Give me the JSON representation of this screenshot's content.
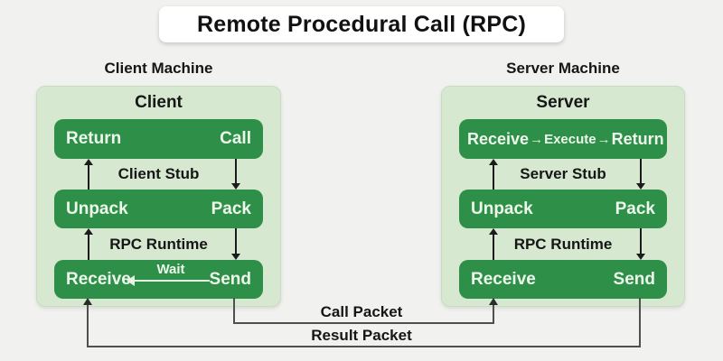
{
  "title": "Remote Procedural Call (RPC)",
  "arrow_glyph": "→",
  "client": {
    "machine_label": "Client Machine",
    "box_title": "Client",
    "top_bar": {
      "left": "Return",
      "right": "Call"
    },
    "stub_label": "Client Stub",
    "mid_bar": {
      "left": "Unpack",
      "right": "Pack"
    },
    "runtime_label": "RPC Runtime",
    "bottom_bar": {
      "left": "Receive",
      "wait": "Wait",
      "right": "Send"
    }
  },
  "server": {
    "machine_label": "Server Machine",
    "box_title": "Server",
    "top_bar": {
      "first": "Receive",
      "second": "Execute",
      "third": "Return"
    },
    "stub_label": "Server Stub",
    "mid_bar": {
      "left": "Unpack",
      "right": "Pack"
    },
    "runtime_label": "RPC Runtime",
    "bottom_bar": {
      "left": "Receive",
      "right": "Send"
    }
  },
  "connections": {
    "call_packet": "Call Packet",
    "result_packet": "Result Packet"
  },
  "colors": {
    "background": "#f1f1ef",
    "panel_green": "#d6e8d0",
    "bar_green": "#2e9048",
    "bar_text": "#eef7ec",
    "heading_text": "#161616",
    "connector_gray": "#4f4f4f"
  }
}
